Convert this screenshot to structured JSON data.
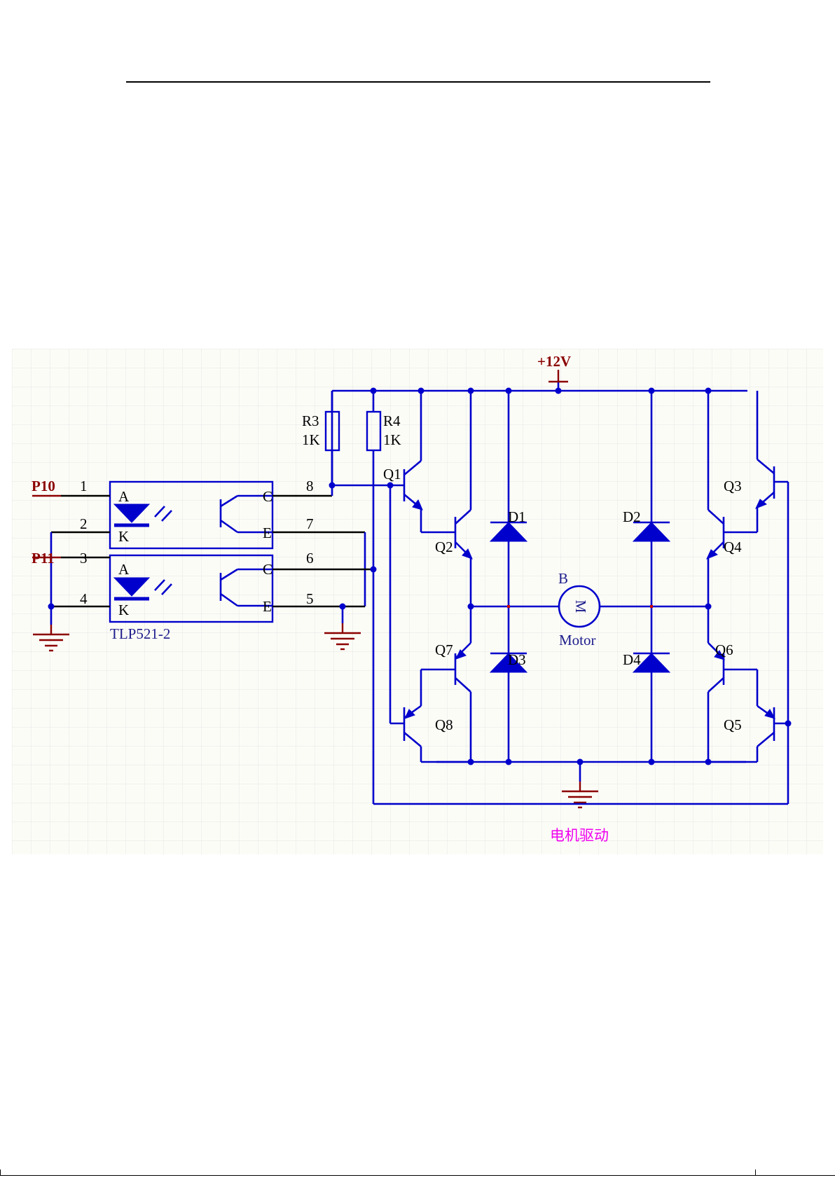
{
  "diagram": {
    "supply_label": "+12V",
    "caption": "电机驱动",
    "inputs": [
      "P10",
      "P11"
    ],
    "pins": [
      "1",
      "2",
      "3",
      "4",
      "5",
      "6",
      "7",
      "8"
    ],
    "optocoupler": {
      "part": "TLP521-2",
      "anode": "A",
      "cathode": "K",
      "collector": "C",
      "emitter": "E"
    },
    "resistors": [
      {
        "ref": "R3",
        "value": "1K"
      },
      {
        "ref": "R4",
        "value": "1K"
      }
    ],
    "transistors": [
      "Q1",
      "Q2",
      "Q3",
      "Q4",
      "Q5",
      "Q6",
      "Q7",
      "Q8"
    ],
    "diodes": [
      "D1",
      "D2",
      "D3",
      "D4"
    ],
    "motor": {
      "ref": "B",
      "symbol": "M",
      "label": "Motor"
    }
  }
}
